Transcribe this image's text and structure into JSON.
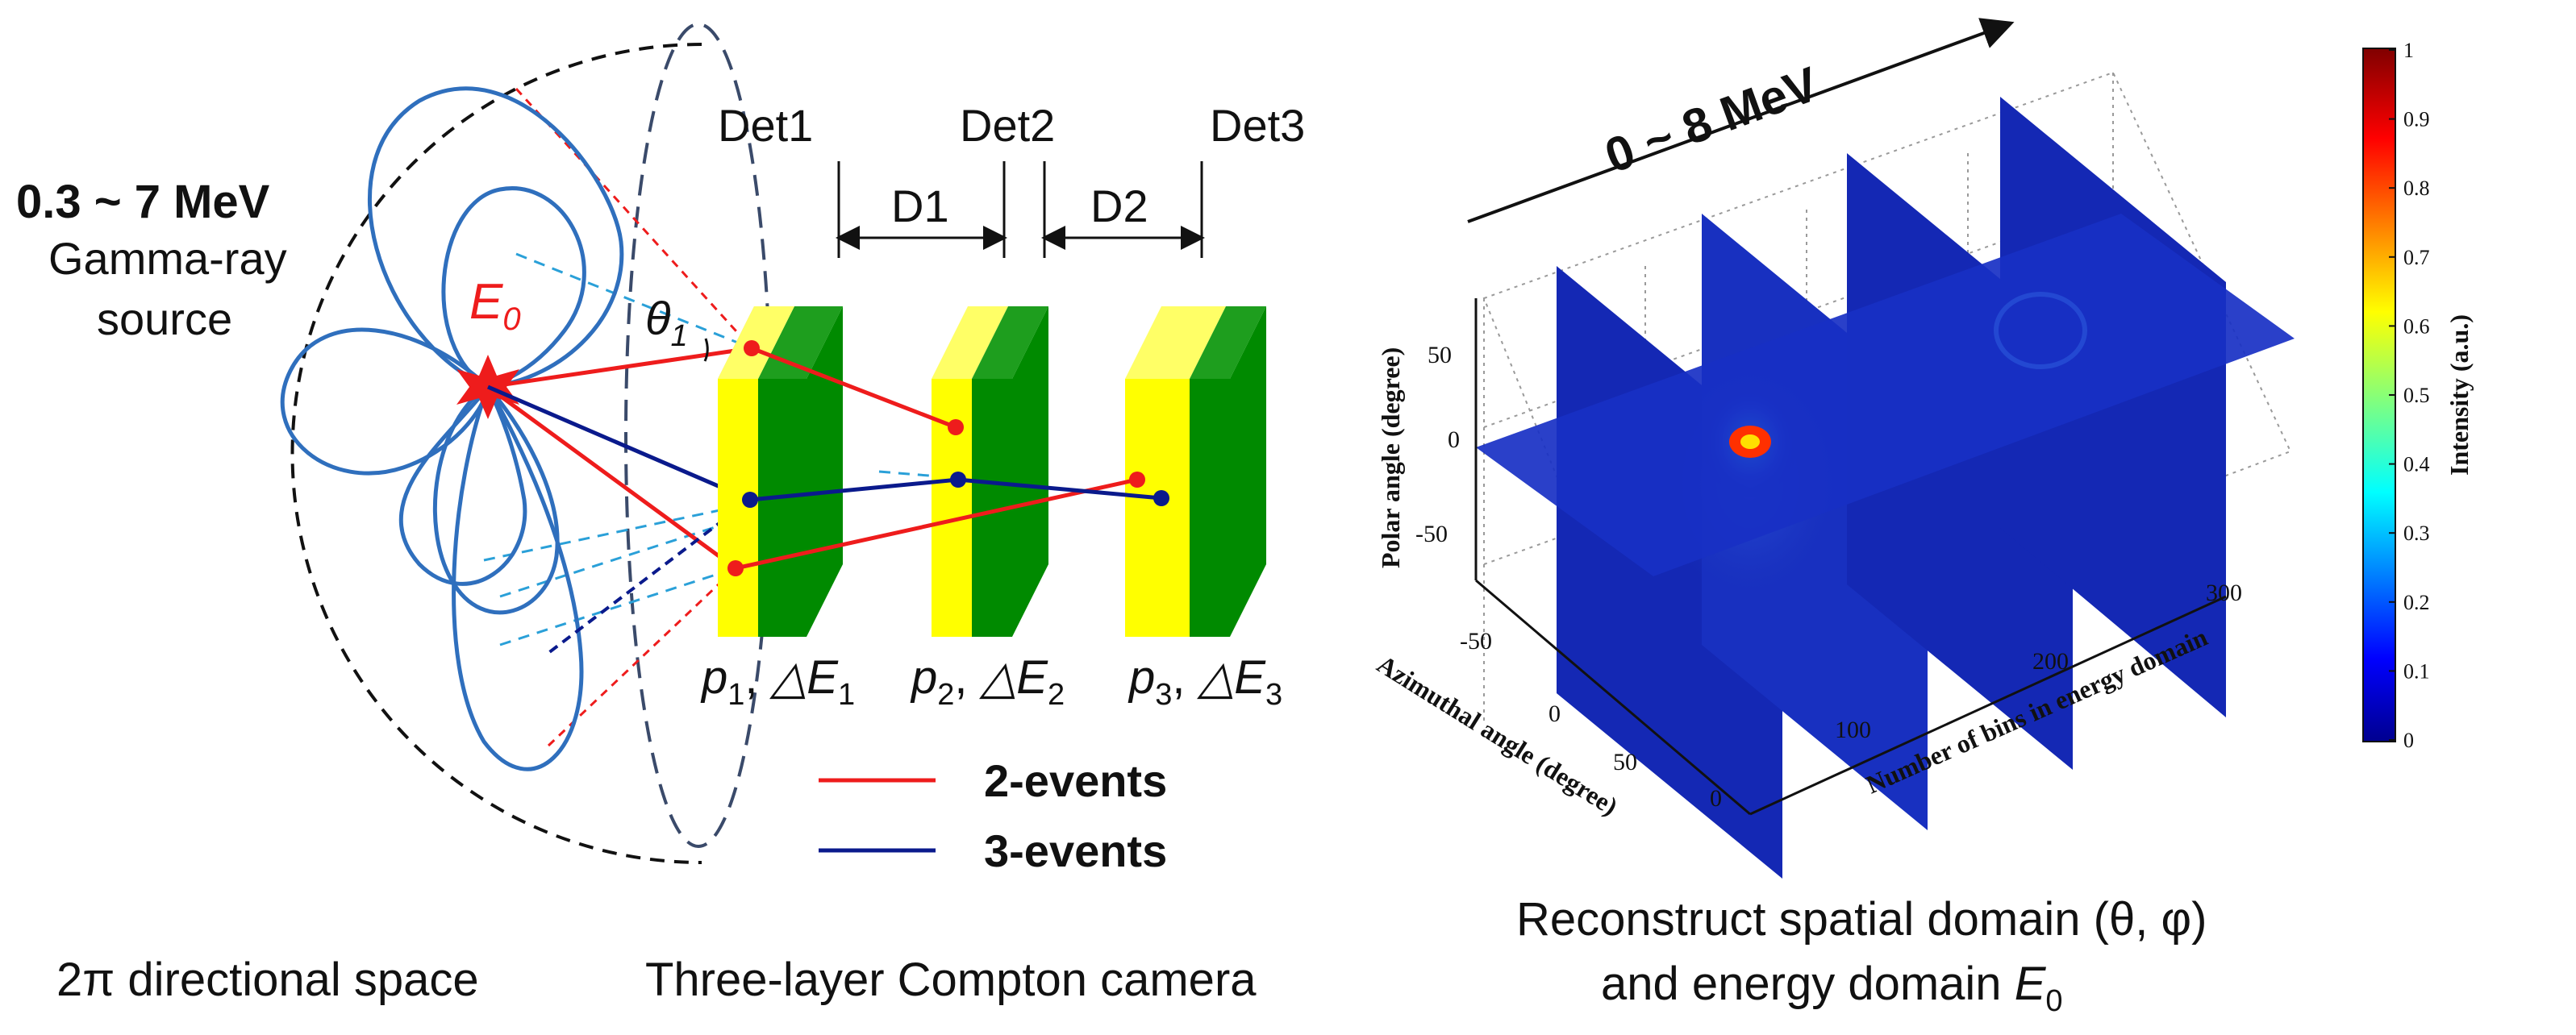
{
  "left": {
    "energy_range": "0.3 ~ 7 MeV",
    "source_line1": "Gamma-ray",
    "source_line2": "source",
    "source_symbol": "E",
    "source_subscript": "0",
    "angle_symbol": "θ",
    "angle_subscript": "1",
    "caption": "2π directional space"
  },
  "middle": {
    "detectors": [
      "Det1",
      "Det2",
      "Det3"
    ],
    "distances": [
      "D1",
      "D2"
    ],
    "positions": [
      {
        "p": "p",
        "sub": "1",
        "dE": "△E",
        "dEsub": "1"
      },
      {
        "p": "p",
        "sub": "2",
        "dE": "△E",
        "dEsub": "2"
      },
      {
        "p": "p",
        "sub": "3",
        "dE": "△E",
        "dEsub": "3"
      }
    ],
    "legend": [
      {
        "label": "2-events",
        "color": "#ee1c1c"
      },
      {
        "label": "3-events",
        "color": "#0a1a8c"
      }
    ],
    "caption": "Three-layer Compton camera"
  },
  "right": {
    "energy_axis_label": "0 ~ 8 MeV",
    "y_axis_label": "Polar angle (degree)",
    "y_ticks": [
      "50",
      "0",
      "-50"
    ],
    "x_axis_label": "Azimuthal angle (degree)",
    "x_ticks": [
      "-50",
      "0",
      "50",
      "0"
    ],
    "z_axis_label": "Number of bins in energy domain",
    "z_ticks": [
      "100",
      "200",
      "300"
    ],
    "colorbar_label": "Intensity (a.u.)",
    "colorbar_ticks": [
      "1",
      "0.9",
      "0.8",
      "0.7",
      "0.6",
      "0.5",
      "0.4",
      "0.3",
      "0.2",
      "0.1",
      "0"
    ],
    "caption_line1": "Reconstruct spatial domain (θ, φ)",
    "caption_line2_prefix": "and energy domain ",
    "caption_line2_symbol": "E",
    "caption_line2_subscript": "0"
  },
  "colors": {
    "lobe_blue": "#2f6fbd",
    "event2_red": "#ee1c1c",
    "event3_blue": "#0a1a8c",
    "detector_yellow": "#ffff00",
    "detector_green": "#008a00",
    "slice_blue": "#1428b4"
  }
}
